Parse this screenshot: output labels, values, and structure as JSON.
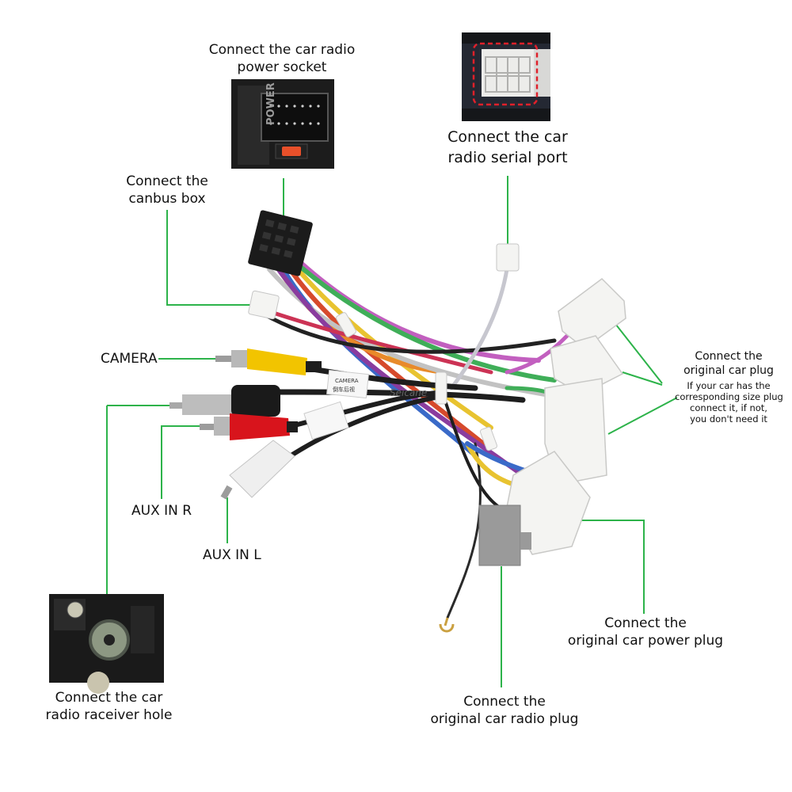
{
  "labels": {
    "power_socket": [
      "Connect the car radio",
      "power socket"
    ],
    "serial_port": [
      "Connect the car",
      "radio  serial port"
    ],
    "canbus": [
      "Connect the",
      "canbus box"
    ],
    "camera": "CAMERA",
    "aux_r": "AUX IN R",
    "aux_l": "AUX IN L",
    "receiver_hole": [
      "Connect the  car",
      "radio raceiver hole"
    ],
    "orig_plug_title": [
      "Connect the",
      "original car plug"
    ],
    "orig_plug_note": [
      "If your car has the",
      "corresponding size plug",
      "connect it, if not,",
      "you don't need it"
    ],
    "power_plug": [
      "Connect the",
      "original car power plug"
    ],
    "radio_plug": [
      "Connect the",
      "original car radio plug"
    ]
  },
  "device_text": {
    "power_label": "POWER",
    "camera_tag": "CAMERA",
    "camera_tag_cn": "倒车后视",
    "brand": "Seicane"
  },
  "colors": {
    "leader_line": "#2db34a",
    "serial_highlight": "#e0202a",
    "rca_yellow": "#f2c400",
    "rca_red": "#d8141c",
    "rca_white": "#f2f2f2",
    "rca_black": "#1a1a1a",
    "connector_white": "#f4f4f2",
    "connector_grey": "#9a9a9a",
    "photo_dark": "#1e1e1e"
  }
}
